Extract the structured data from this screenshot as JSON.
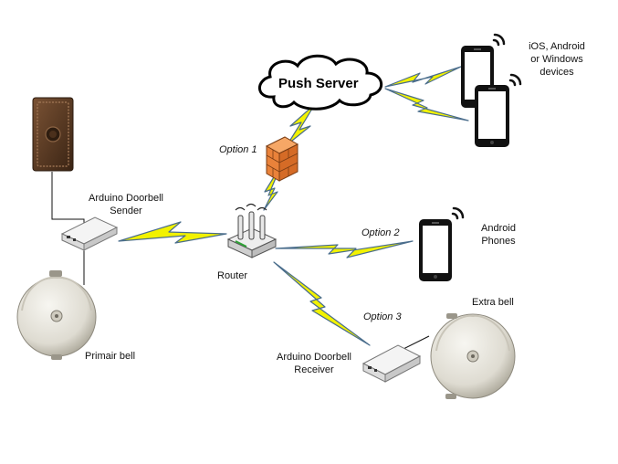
{
  "cloud": {
    "title": "Push Server"
  },
  "labels": {
    "devices_line1": "iOS, Android",
    "devices_line2": "or Windows",
    "devices_line3": "devices",
    "option1": "Option 1",
    "option2": "Option 2",
    "option3": "Option 3",
    "sender_line1": "Arduino Doorbell",
    "sender_line2": "Sender",
    "router": "Router",
    "android_line1": "Android",
    "android_line2": "Phones",
    "extra_bell": "Extra bell",
    "primary_bell": "Primair bell",
    "receiver_line1": "Arduino Doorbell",
    "receiver_line2": "Receiver"
  },
  "colors": {
    "bolt_fill": "#f2f200",
    "bolt_edge": "#4a6d8c",
    "bell_body": "#e4e2da",
    "bell_shade": "#b9b6ab",
    "phone_frame": "#111111",
    "firewall": "#e9823a",
    "button_plate": "#5a3a22"
  }
}
